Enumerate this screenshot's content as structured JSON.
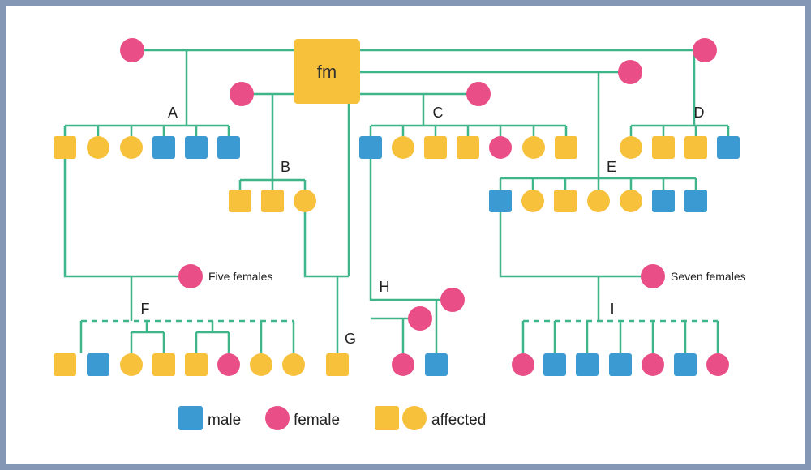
{
  "colors": {
    "male": "#3b9ad2",
    "female": "#e94f86",
    "affected": "#f8c13c",
    "line": "#3fb58a",
    "border": "#8497b5"
  },
  "founder": {
    "label": "fm",
    "status": "affected"
  },
  "branches": {
    "A": {
      "label": "A",
      "children": [
        "affected-male",
        "affected-female",
        "affected-female",
        "male",
        "male",
        "male"
      ]
    },
    "B": {
      "label": "B",
      "children": [
        "affected-male",
        "affected-male",
        "affected-female"
      ]
    },
    "C": {
      "label": "C",
      "children": [
        "male",
        "affected-female",
        "affected-male",
        "affected-male",
        "female",
        "affected-female",
        "affected-male"
      ]
    },
    "D": {
      "label": "D",
      "children": [
        "affected-female",
        "affected-male",
        "affected-male",
        "male"
      ]
    },
    "E": {
      "label": "E",
      "children": [
        "male",
        "affected-female",
        "affected-male",
        "affected-female",
        "affected-female",
        "male",
        "male"
      ]
    },
    "F": {
      "label": "F",
      "children": [
        "affected-male",
        "male",
        "affected-female",
        "affected-male",
        "affected-male",
        "female",
        "affected-female",
        "affected-female"
      ]
    },
    "G": {
      "label": "G",
      "children": [
        "affected-male"
      ]
    },
    "H": {
      "label": "H",
      "children": [
        "female",
        "male"
      ]
    },
    "I": {
      "label": "I",
      "children": [
        "female",
        "male",
        "male",
        "male",
        "female",
        "male",
        "female"
      ]
    }
  },
  "notes": {
    "five_females": "Five females",
    "seven_females": "Seven females"
  },
  "legend": {
    "male": "male",
    "female": "female",
    "affected": "affected"
  }
}
